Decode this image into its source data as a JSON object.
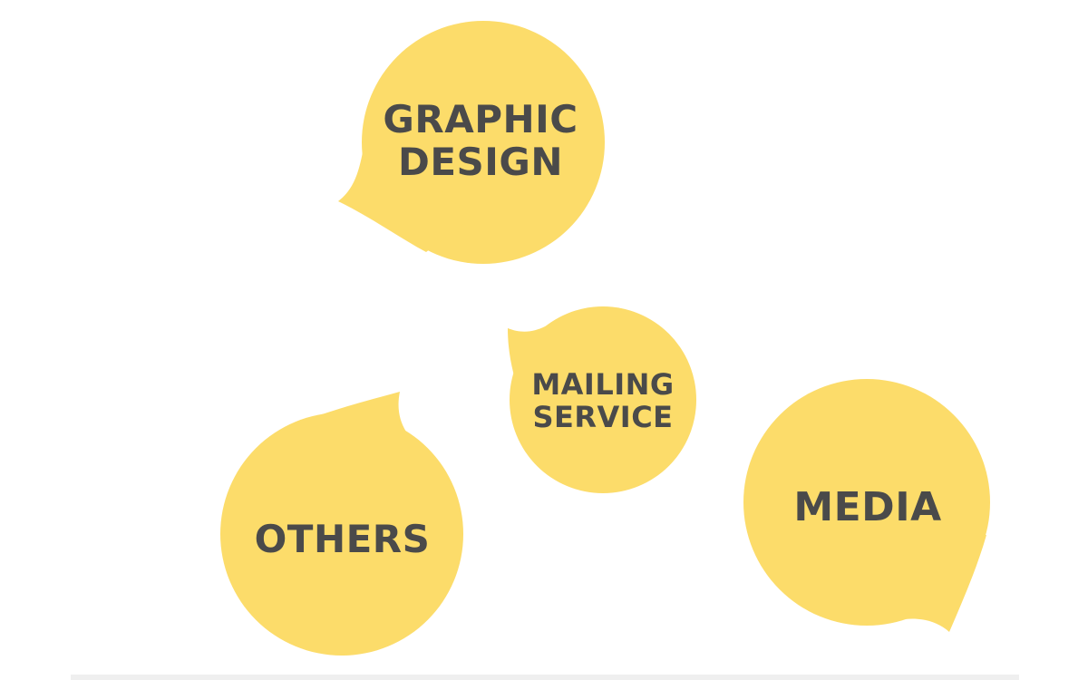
{
  "colors": {
    "bubble": "#fcdc6a",
    "text": "#4a4a4a",
    "background": "#ffffff"
  },
  "bubbles": {
    "graphic_design": {
      "line1": "GRAPHIC",
      "line2": "DESIGN"
    },
    "mailing_service": {
      "line1": "MAILING",
      "line2": "SERVICE"
    },
    "others": {
      "label": "OTHERS"
    },
    "media": {
      "label": "MEDIA"
    }
  }
}
